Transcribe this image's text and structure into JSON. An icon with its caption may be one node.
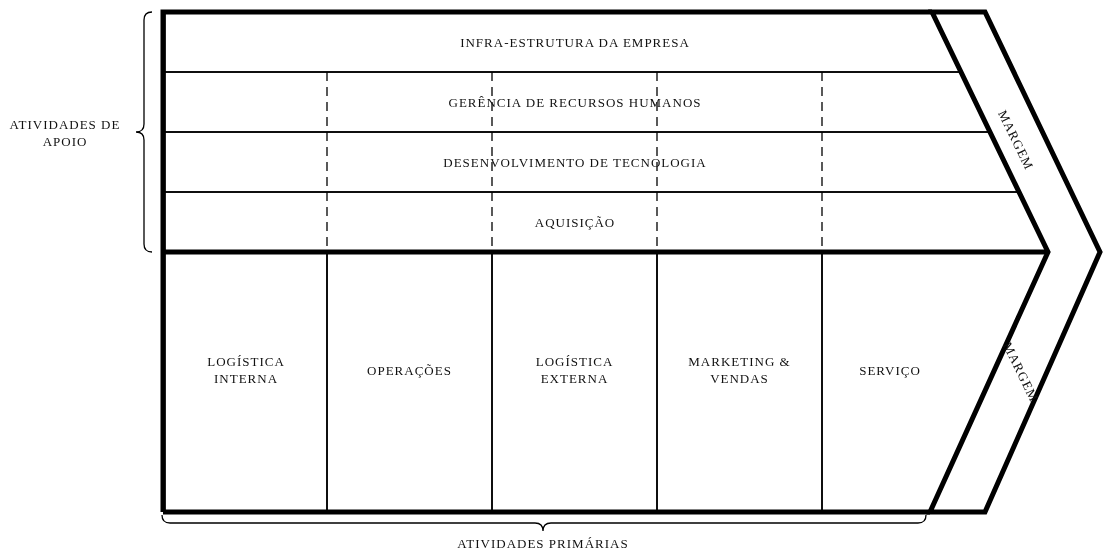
{
  "diagram": {
    "nodes": [
      {
        "text": [
          "INFRA-ESTRUTURA DA EMPRESA"
        ]
      },
      {
        "text": [
          "GERÊNCIA DE RECURSOS HUMANOS"
        ]
      },
      {
        "text": [
          "DESENVOLVIMENTO DE TECNOLOGIA"
        ]
      },
      {
        "text": [
          "AQUISIÇÃO"
        ]
      },
      {
        "text": [
          "LOGÍSTICA INTERNA"
        ]
      },
      {
        "text": [
          "OPERAÇÕES"
        ]
      },
      {
        "text": [
          "LOGÍSTICA EXTERNA"
        ]
      },
      {
        "text": [
          "MARKETING & VENDAS"
        ]
      },
      {
        "text": [
          "SERVIÇO"
        ]
      },
      {
        "text": [
          "MARGEM",
          "MARGEM"
        ]
      }
    ],
    "labels": [
      "ATIVIDADES DE APOIO",
      "ATIVIDADES PRIMÁRIAS"
    ]
  }
}
